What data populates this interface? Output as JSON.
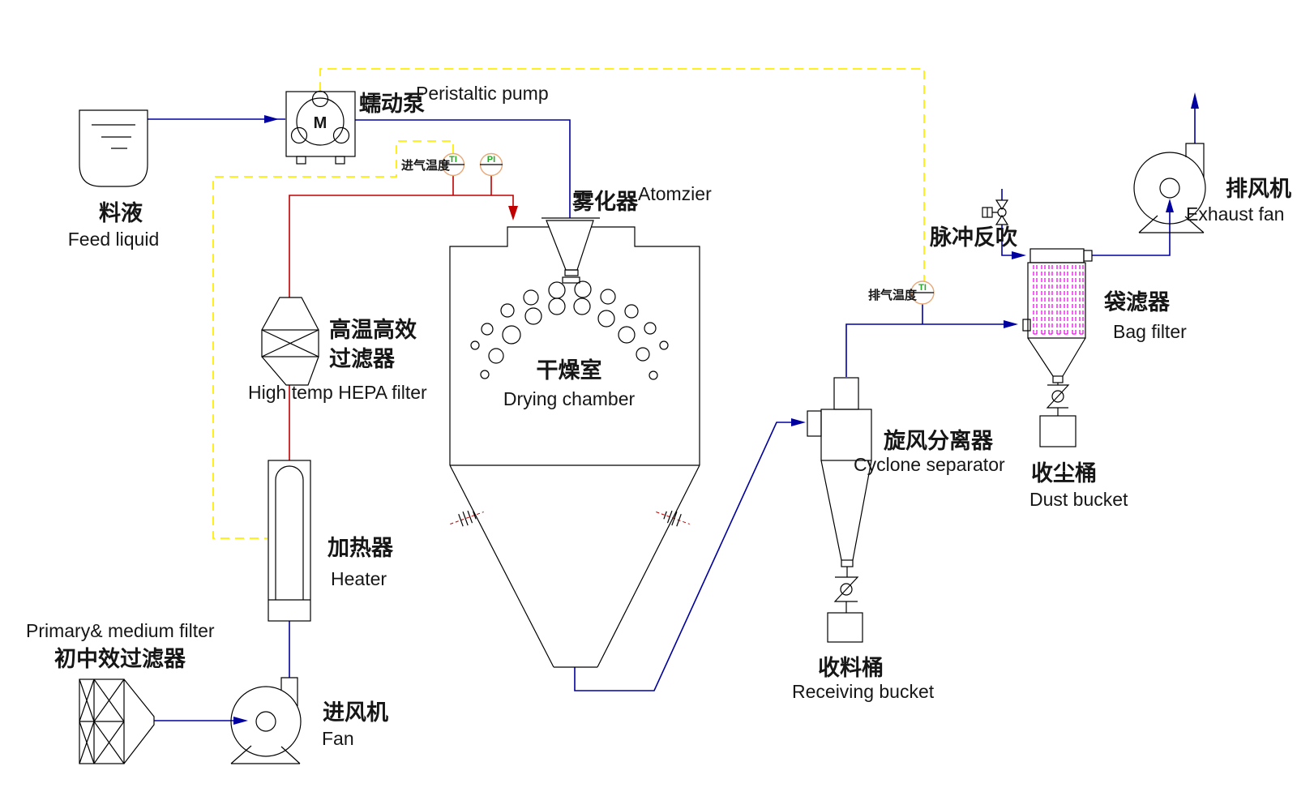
{
  "diagram": {
    "type": "process-flow-diagram",
    "subject": "spray dryer system",
    "colors": {
      "pipe_blue": "#0000A0",
      "hot_air_red": "#C00000",
      "signal_yellow": "#FFEE00",
      "filter_bag_magenta": "#FF00FF",
      "sensor_ring_tan": "#E8A878",
      "sensor_tag_green": "#22aa22",
      "outline_black": "#000000",
      "background": "#ffffff"
    },
    "labels": {
      "feed_tank_zh": "料液",
      "feed_tank_en": "Feed liquid",
      "pump_zh": "蠕动泵",
      "pump_en": "Peristaltic pump",
      "pump_motor": "M",
      "inlet_temp_zh": "进气温度",
      "inlet_temp_tag": "TI",
      "inlet_pressure_tag": "PI",
      "atomizer_zh": "雾化器",
      "atomizer_en": "Atomzier",
      "chamber_zh": "干燥室",
      "chamber_en": "Drying chamber",
      "hepa_zh_line1": "高温高效",
      "hepa_zh_line2": "过滤器",
      "hepa_en": "High temp HEPA filter",
      "heater_zh": "加热器",
      "heater_en": "Heater",
      "prefilter_en": "Primary& medium filter",
      "prefilter_zh": "初中效过滤器",
      "intake_fan_zh": "进风机",
      "intake_fan_en": "Fan",
      "cyclone_zh": "旋风分离器",
      "cyclone_en": "Cyclone separator",
      "receiving_zh": "收料桶",
      "receiving_en": "Receiving bucket",
      "exhaust_temp_zh": "排气温度",
      "exhaust_temp_tag": "TI",
      "pulse_zh": "脉冲反吹",
      "bagfilter_zh": "袋滤器",
      "bagfilter_en": "Bag filter",
      "dust_zh": "收尘桶",
      "dust_en": "Dust bucket",
      "exhaust_fan_zh": "排风机",
      "exhaust_fan_en": "Exhaust fan"
    }
  }
}
